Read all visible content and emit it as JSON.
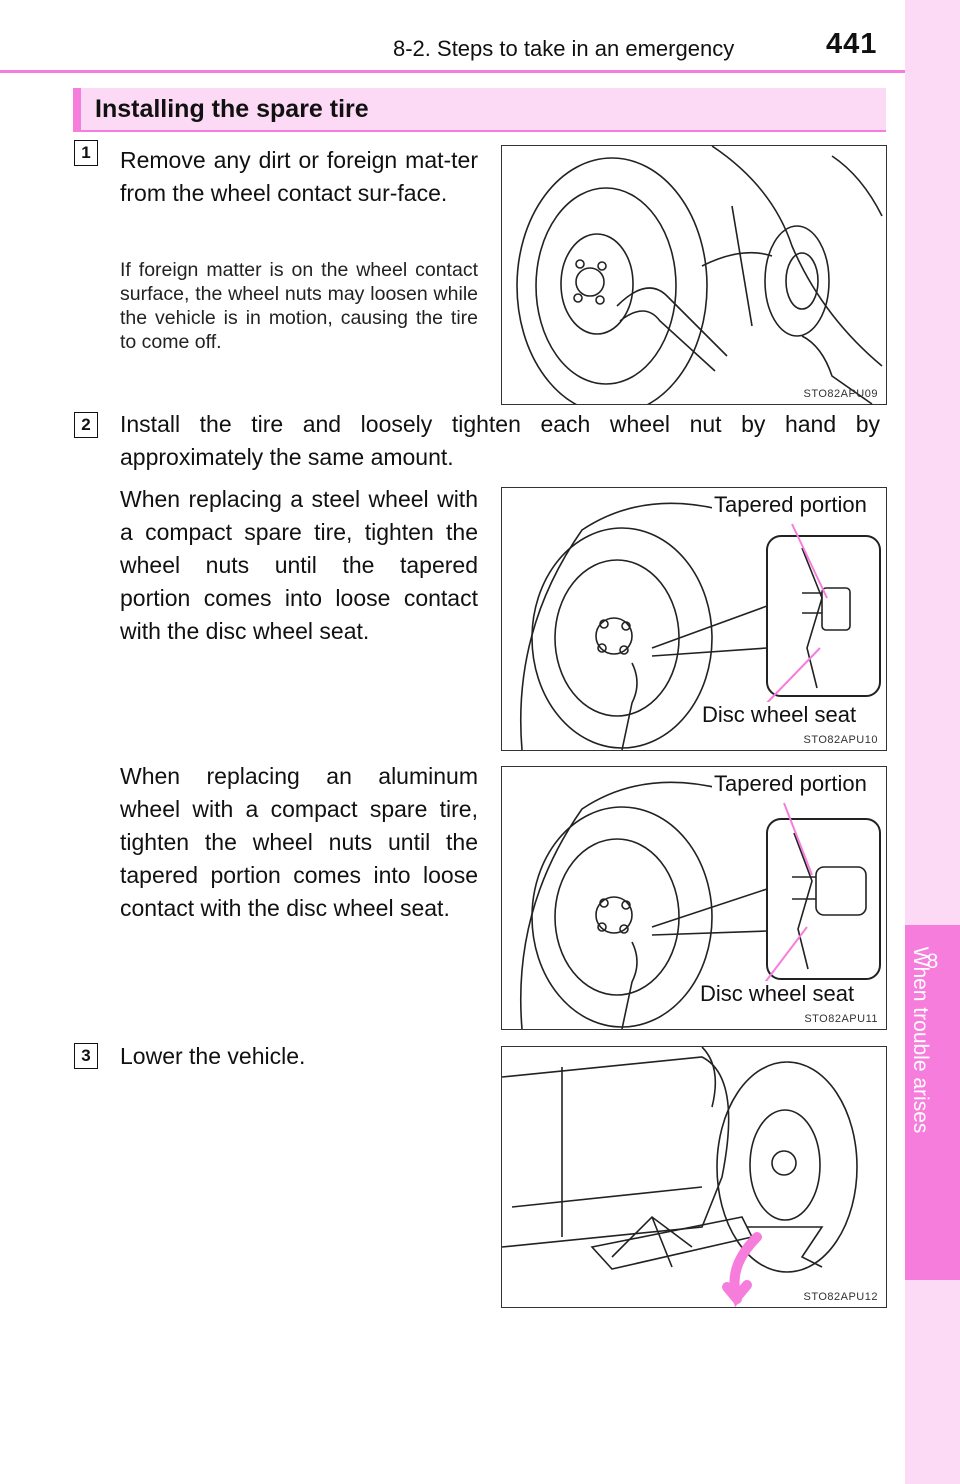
{
  "header": {
    "section": "8-2. Steps to take in an emergency",
    "page_number": "441"
  },
  "side_tab": {
    "chapter_number": "8",
    "chapter_title": "When trouble arises"
  },
  "heading": "Installing the spare tire",
  "steps": [
    {
      "number": "1",
      "text": "Remove any dirt or foreign mat-ter from the wheel contact sur-face.",
      "note": "If foreign matter is on the wheel contact surface, the wheel nuts may loosen while the vehicle is in motion, causing the tire to come off."
    },
    {
      "number": "2",
      "text": "Install the tire and loosely tighten each wheel nut by hand by approximately the same amount.",
      "steel_text": "When replacing a steel wheel with a compact spare tire, tighten the wheel nuts until the tapered portion comes into loose contact with the disc wheel seat.",
      "aluminum_text": "When replacing an aluminum wheel with a compact spare tire, tighten the wheel nuts until the tapered portion comes into loose contact with the disc wheel seat."
    },
    {
      "number": "3",
      "text": "Lower the vehicle."
    }
  ],
  "figures": [
    {
      "code": "STO82APU09"
    },
    {
      "code": "STO82APU10",
      "label_top": "Tapered portion",
      "label_bottom": "Disc wheel seat"
    },
    {
      "code": "STO82APU11",
      "label_top": "Tapered portion",
      "label_bottom": "Disc wheel seat"
    },
    {
      "code": "STO82APU12"
    }
  ],
  "colors": {
    "accent": "#f77ddc",
    "accent_light": "#fcd9f4"
  }
}
